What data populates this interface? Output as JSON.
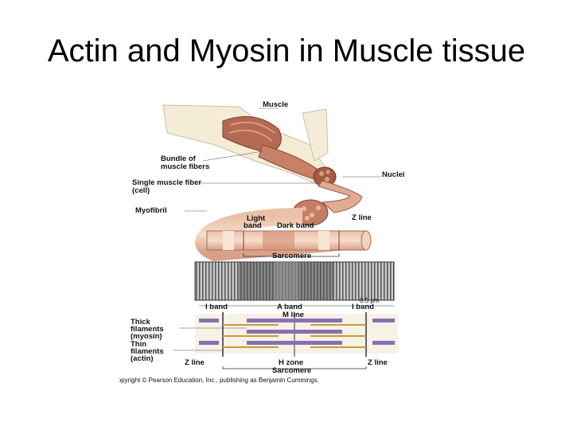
{
  "slide": {
    "title": "Actin and Myosin in Muscle tissue"
  },
  "figure": {
    "labels": {
      "muscle": "Muscle",
      "bundle_1": "Bundle of",
      "bundle_2": "muscle fibers",
      "single_1": "Single muscle fiber",
      "single_2": "(cell)",
      "nuclei": "Nuclei",
      "myofibril": "Myofibril",
      "light_band_1": "Light",
      "light_band_2": "band",
      "dark_band": "Dark band",
      "z_line_top": "Z line",
      "sarcomere_top": "Sarcomere",
      "scale": "0.5 μm",
      "i_band_left": "I band",
      "a_band": "A band",
      "i_band_right": "I band",
      "m_line": "M line",
      "thick_1": "Thick",
      "thick_2": "filaments",
      "thick_3": "(myosin)",
      "thin_1": "Thin",
      "thin_2": "filaments",
      "thin_3": "(actin)",
      "z_line_left": "Z line",
      "h_zone": "H zone",
      "z_line_right": "Z line",
      "sarcomere_bottom": "Sarcomere"
    },
    "copyright": "Copyright © Pearson Education, Inc., publishing as Benjamin Cummings."
  }
}
